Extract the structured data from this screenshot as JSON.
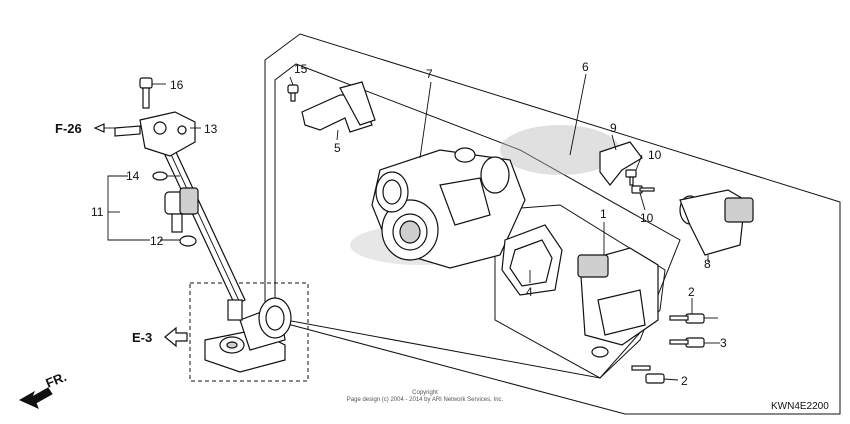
{
  "callouts": {
    "c1": "1",
    "c2a": "2",
    "c2b": "2",
    "c3": "3",
    "c4": "4",
    "c5": "5",
    "c6": "6",
    "c7": "7",
    "c8": "8",
    "c9": "9",
    "c10a": "10",
    "c10b": "10",
    "c11": "11",
    "c12": "12",
    "c13": "13",
    "c14": "14",
    "c15": "15",
    "c16": "16"
  },
  "references": {
    "f26": "F-26",
    "e3": "E-3",
    "fr": "FR."
  },
  "copyright": {
    "line1": "Copyright",
    "line2": "Page design (c) 2004 - 2014 by ARI Network Services, Inc."
  },
  "diagram_code": "KWN4E2200"
}
